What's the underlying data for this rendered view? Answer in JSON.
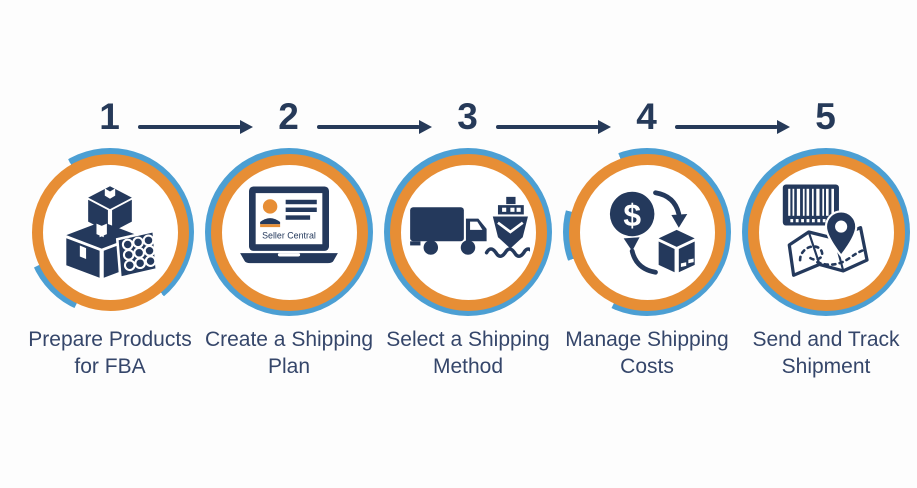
{
  "page": {
    "background": "#fdfdfd"
  },
  "palette": {
    "navy_icon": "#24395c",
    "navy_text": "#35466a",
    "orange_ring": "#e78e35",
    "blue_ring": "#4c9fd3",
    "white": "#ffffff"
  },
  "steps": [
    {
      "number": "1",
      "lines": [
        "Prepare Products",
        "for FBA"
      ],
      "icon": "boxes-bubble-wrap-icon"
    },
    {
      "number": "2",
      "lines": [
        "Create a Shipping",
        "Plan"
      ],
      "icon": "laptop-seller-central-icon",
      "icon_text": "Seller Central"
    },
    {
      "number": "3",
      "lines": [
        "Select a Shipping",
        "Method"
      ],
      "icon": "truck-ship-icon"
    },
    {
      "number": "4",
      "lines": [
        "Manage Shipping",
        "Costs"
      ],
      "icon": "money-box-exchange-icon",
      "icon_text": "$"
    },
    {
      "number": "5",
      "lines": [
        "Send and Track",
        "Shipment"
      ],
      "icon": "barcode-map-pin-icon"
    }
  ]
}
